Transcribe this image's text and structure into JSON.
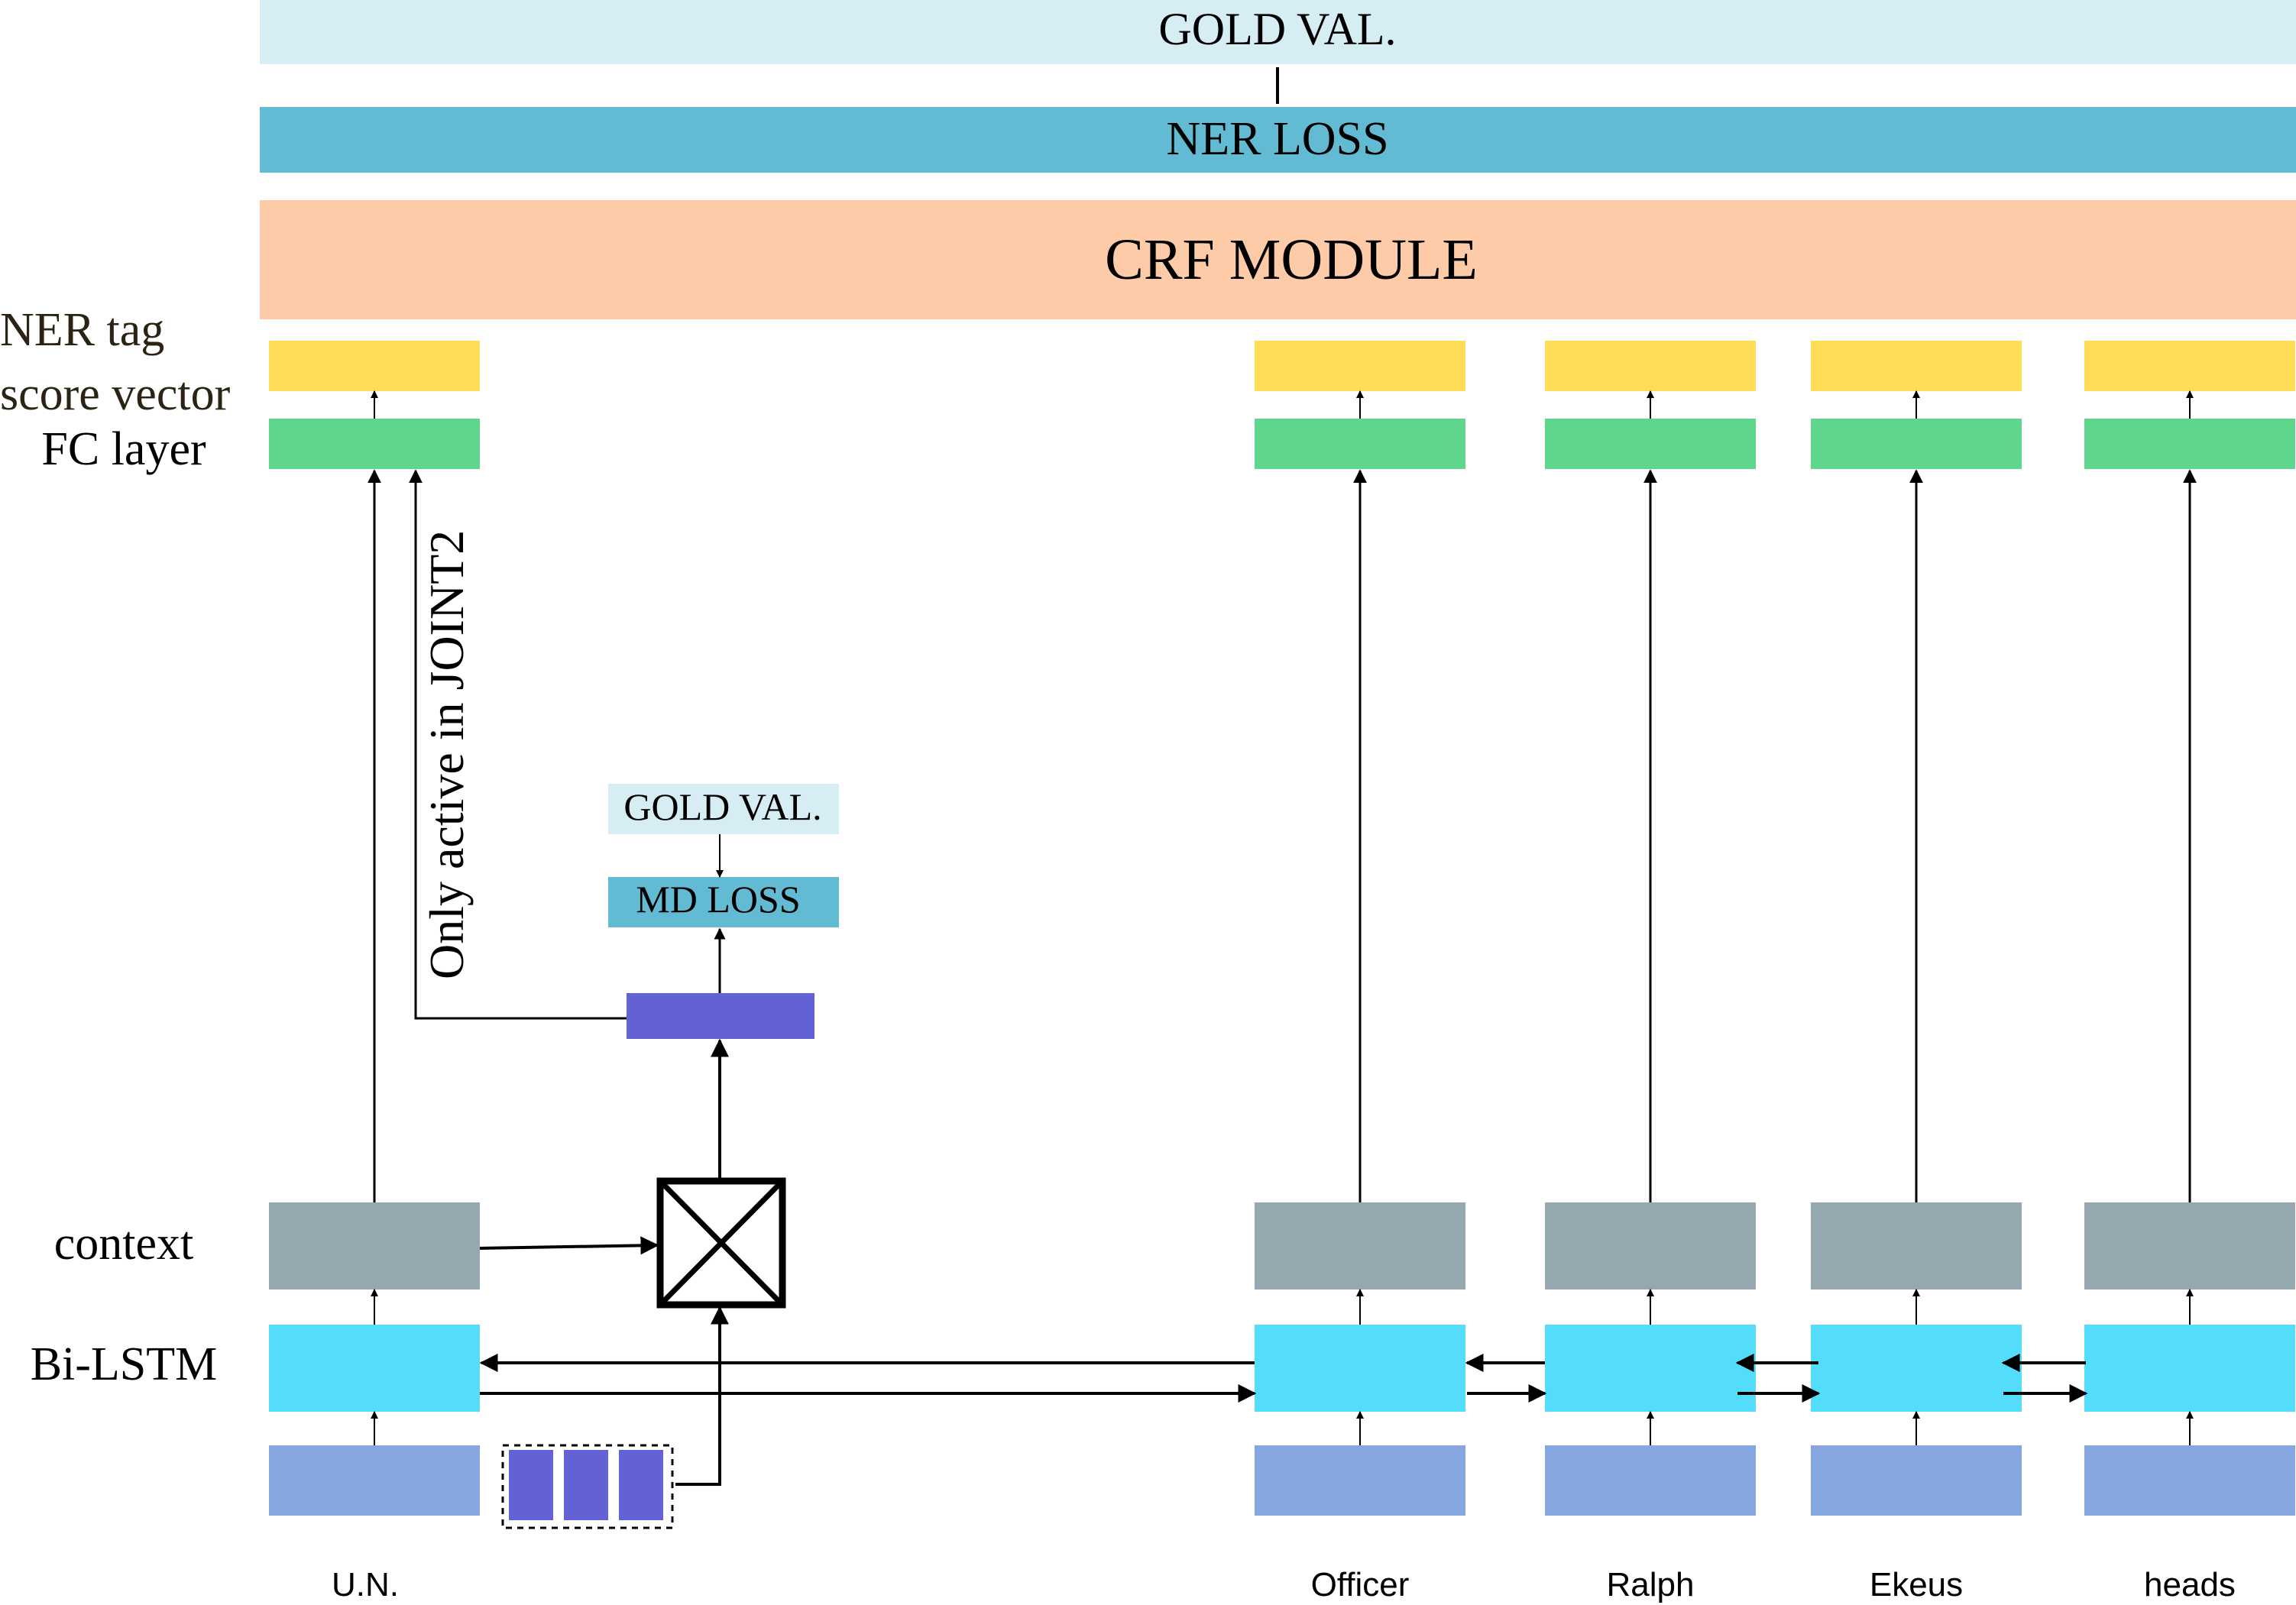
{
  "top": {
    "gold_val": "GOLD VAL.",
    "ner_loss": "NER LOSS",
    "crf_module": "CRF MODULE"
  },
  "row_labels": {
    "ner_tag_line1": "NER tag",
    "ner_tag_line2": "score vector",
    "fc_layer": "FC layer",
    "context": "context",
    "bilstm": "Bi-LSTM"
  },
  "md_branch": {
    "gold_val": "GOLD VAL.",
    "md_loss": "MD LOSS",
    "joint_note": "Only active in JOINT2"
  },
  "tokens": [
    "U.N.",
    "Officer",
    "Ralph",
    "Ekeus",
    "heads"
  ],
  "colors": {
    "gold_val": "#d6edf3",
    "ner_loss": "#62bbd3",
    "crf": "#fdcba7",
    "score_vector": "#fedc55",
    "fc_layer": "#5fd68c",
    "context": "#95a8b0",
    "bilstm": "#54dcfb",
    "embedding": "#86a6df",
    "mention": "#6361d6"
  }
}
